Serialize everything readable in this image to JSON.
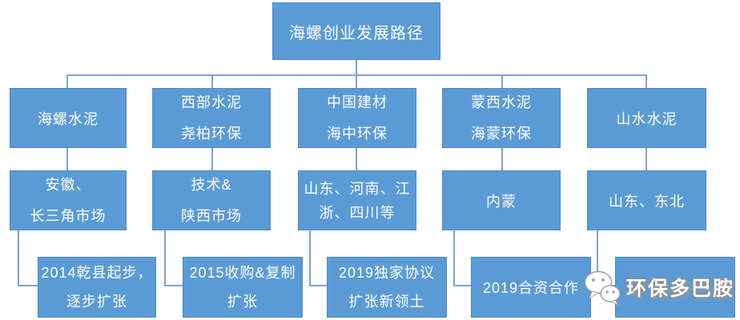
{
  "title": "海螺创业发展路径",
  "columns": [
    {
      "partner": [
        "海螺水泥"
      ],
      "market": [
        "安徽、",
        "长三角市场"
      ],
      "milestone": [
        "2014乾县起步，",
        "逐步扩张"
      ]
    },
    {
      "partner": [
        "西部水泥",
        "尧柏环保"
      ],
      "market": [
        "技术&",
        "陕西市场"
      ],
      "milestone": [
        "2015收购&复制",
        "扩张"
      ]
    },
    {
      "partner": [
        "中国建材",
        "海中环保"
      ],
      "market": [
        "山东、河南、江",
        "浙、四川等"
      ],
      "milestone": [
        "2019独家协议",
        "扩张新领土"
      ]
    },
    {
      "partner": [
        "蒙西水泥",
        "海蒙环保"
      ],
      "market": [
        "内蒙"
      ],
      "milestone": [
        "2019合资合作"
      ]
    },
    {
      "partner": [
        "山水水泥"
      ],
      "market": [
        "山东、东北"
      ],
      "milestone": []
    }
  ],
  "watermark": {
    "label": "环保多巴胺",
    "icon": "wechat-icon"
  },
  "colors": {
    "box_fill": "#5B9BD5",
    "box_border": "#4E8AC8",
    "connector": "#7EA4D4",
    "text": "#FFFFFF",
    "watermark_outline": "#8C8C8C"
  }
}
